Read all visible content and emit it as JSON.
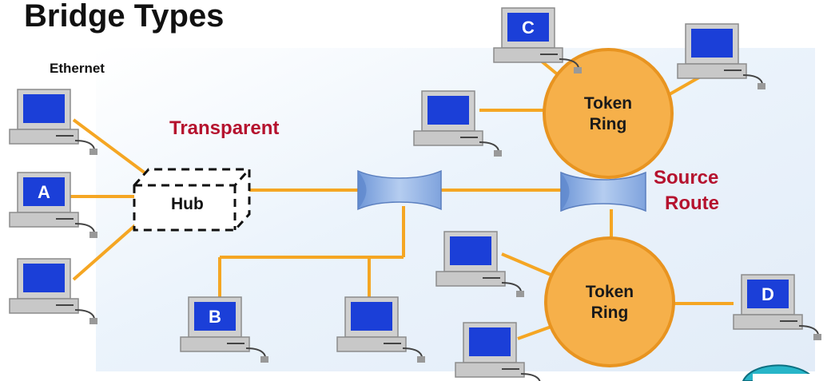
{
  "title": "Bridge Types",
  "labels": {
    "ethernet": "Ethernet",
    "transparent": "Transparent",
    "source_line1": "Source",
    "source_line2": "Route",
    "hub": "Hub"
  },
  "token_ring_top": {
    "line1": "Token",
    "line2": "Ring"
  },
  "token_ring_bottom": {
    "line1": "Token",
    "line2": "Ring"
  },
  "computers": {
    "a": "A",
    "b": "B",
    "c": "C",
    "d": "D"
  },
  "colors": {
    "link": "#f5a623",
    "ring_fill": "#f6b04a",
    "ring_stroke": "#e89420",
    "screen": "#1b3fd8",
    "label_red": "#b5122e",
    "bridge": "#8fb3e6"
  }
}
